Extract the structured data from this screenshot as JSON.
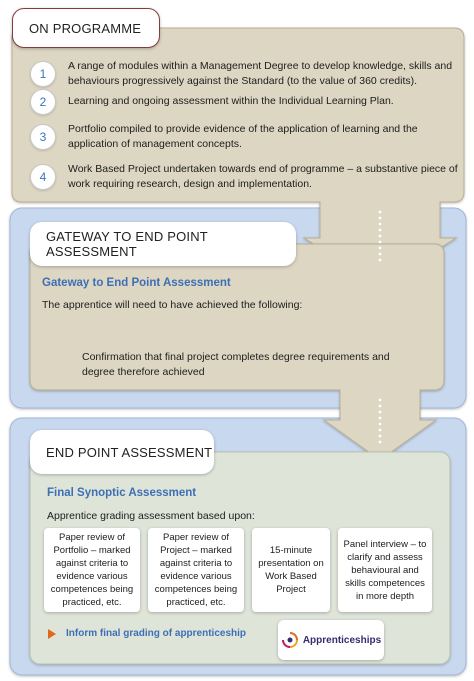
{
  "colors": {
    "section1_fill": "#ddd6c3",
    "section2_fill": "#c8d8ee",
    "section3_fill": "#c8d8ee",
    "accent_blue": "#3d6fb6",
    "accent_orange": "#e06a1b",
    "tab1_border": "#8a3a3a"
  },
  "section1": {
    "title": "ON PROGRAMME",
    "items": [
      {
        "num": "1",
        "text": "A range of modules within a Management Degree to develop knowledge, skills and behaviours progressively against the Standard (to the value of 360 credits)."
      },
      {
        "num": "2",
        "text": "Learning and ongoing assessment within the Individual Learning Plan."
      },
      {
        "num": "3",
        "text": "Portfolio compiled to provide evidence of the application of learning and the application of management concepts."
      },
      {
        "num": "4",
        "text": "Work Based Project undertaken towards end of programme – a substantive piece of work requiring research, design and implementation."
      }
    ]
  },
  "section2": {
    "title": "GATEWAY TO END POINT ASSESSMENT",
    "subtitle": "Gateway to End Point Assessment",
    "intro": "The apprentice will need to have achieved the following:",
    "requirement": "Confirmation that final project completes degree requirements and degree therefore achieved"
  },
  "section3": {
    "title": "END POINT ASSESSMENT",
    "subtitle": "Final Synoptic Assessment",
    "intro": "Apprentice grading assessment based upon:",
    "boxes": [
      "Paper review of Portfolio – marked against criteria to evidence various competences being practiced, etc.",
      "Paper review of Project – marked against criteria to evidence various competences being practiced, etc.",
      "15-minute presentation on Work Based Project",
      "Panel interview – to clarify and assess behavioural and skills competences in more depth"
    ],
    "inform": "Inform final grading of apprenticeship",
    "logo_text": "Apprenticeships",
    "logo_icon": "apprenticeships-logo-icon"
  }
}
